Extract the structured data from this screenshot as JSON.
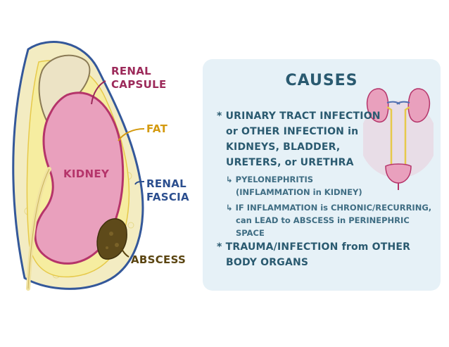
{
  "diagram": {
    "labels": {
      "renal_capsule": [
        "RENAL",
        "CAPSULE"
      ],
      "fat": "FAT",
      "kidney": "KIDNEY",
      "renal_fascia": [
        "RENAL",
        "FASCIA"
      ],
      "abscess": "ABSCESS"
    },
    "colors": {
      "kidney": "#e9a0bd",
      "capsule": "#b5346a",
      "fat": "#f6ecaa",
      "fascia": "#34589a",
      "abscess": "#5e4a1a",
      "adrenal": "#ece3c5"
    }
  },
  "causes_panel": {
    "title": "CAUSES",
    "items": [
      {
        "bullet": "*",
        "lines": [
          "URINARY TRACT INFECTION",
          "or OTHER INFECTION in",
          "KIDNEYS, BLADDER,",
          "URETERS, or URETHRA"
        ],
        "subitems": [
          {
            "arrow": "↳",
            "lines": [
              "PYELONEPHRITIS",
              "(INFLAMMATION in KIDNEY)"
            ]
          },
          {
            "arrow": "↳",
            "lines": [
              "IF INFLAMMATION is CHRONIC/RECURRING,",
              "can LEAD to ABSCESS in PERINEPHRIC SPACE"
            ]
          }
        ]
      },
      {
        "bullet": "*",
        "lines": [
          "TRAUMA/INFECTION from OTHER",
          "BODY ORGANS"
        ]
      }
    ],
    "colors": {
      "panel_bg": "#e6f1f7",
      "text": "#2a5a70"
    }
  }
}
